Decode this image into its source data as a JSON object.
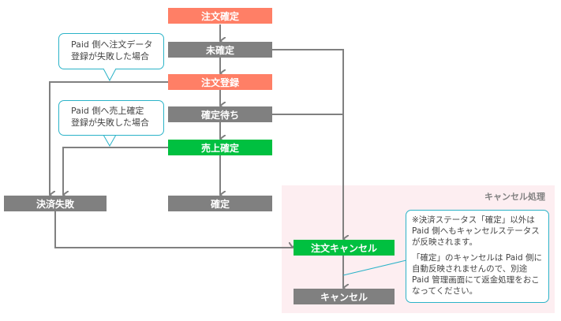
{
  "nodes": {
    "order_confirm": "注文確定",
    "unconfirmed": "未確定",
    "order_register": "注文登録",
    "awaiting": "確定待ち",
    "sales_confirm": "売上確定",
    "payment_failed": "決済失敗",
    "confirmed": "確定",
    "order_cancel": "注文キャンセル",
    "cancel": "キャンセル"
  },
  "region": {
    "title": "キャンセル処理"
  },
  "callouts": {
    "order_data_fail": [
      "Paid 側へ注文データ",
      "登録が失敗した場合"
    ],
    "sales_fail": [
      "Paid 側へ売上確定",
      "登録が失敗した場合"
    ],
    "cancel_note": {
      "p1": "※決済ステータス「確定」以外は Paid 側へもキャンセルステータスが反映されます。",
      "p2": "「確定」のキャンセルは Paid 側に自動反映されませんので、別途 Paid 管理画面にて返金処理をおこなってください。"
    }
  },
  "colors": {
    "salmon": "#FF7F66",
    "gray": "#808080",
    "green": "#00C040",
    "callout_border": "#2BB3C8",
    "region_bg": "#FDEEF1"
  }
}
